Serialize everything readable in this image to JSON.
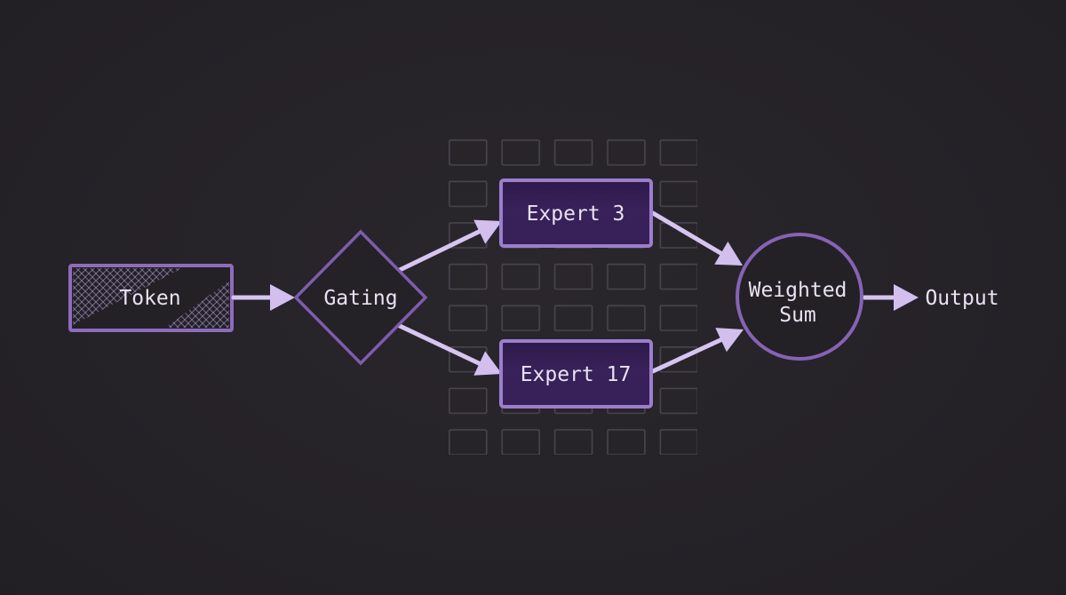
{
  "diagram": {
    "type": "flowchart",
    "topic": "mixture-of-experts routing",
    "nodes": {
      "token": {
        "label": "Token",
        "shape": "rectangle"
      },
      "gating": {
        "label": "Gating",
        "shape": "diamond"
      },
      "expert_top": {
        "label": "Expert 3",
        "shape": "rectangle"
      },
      "expert_bottom": {
        "label": "Expert 17",
        "shape": "rectangle"
      },
      "weighted_sum": {
        "label_line1": "Weighted",
        "label_line2": "Sum",
        "shape": "circle"
      },
      "output": {
        "label": "Output",
        "shape": "text"
      }
    },
    "edges": [
      {
        "from": "token",
        "to": "gating"
      },
      {
        "from": "gating",
        "to": "expert_top"
      },
      {
        "from": "gating",
        "to": "expert_bottom"
      },
      {
        "from": "expert_top",
        "to": "weighted_sum"
      },
      {
        "from": "expert_bottom",
        "to": "weighted_sum"
      },
      {
        "from": "weighted_sum",
        "to": "output"
      }
    ],
    "expert_grid": {
      "rows": 8,
      "columns": 5
    },
    "colors": {
      "background": "#222024",
      "node_border": "#8d6cbe",
      "diamond_border": "#7e5cae",
      "expert_fill": "#36205a",
      "expert_border": "#9c7ecf",
      "circle_border": "#8663b6",
      "arrow": "#d6c5f0",
      "text": "#e9e2f4",
      "grid_line": "#48444f",
      "hatch": "#b79fe0"
    }
  }
}
